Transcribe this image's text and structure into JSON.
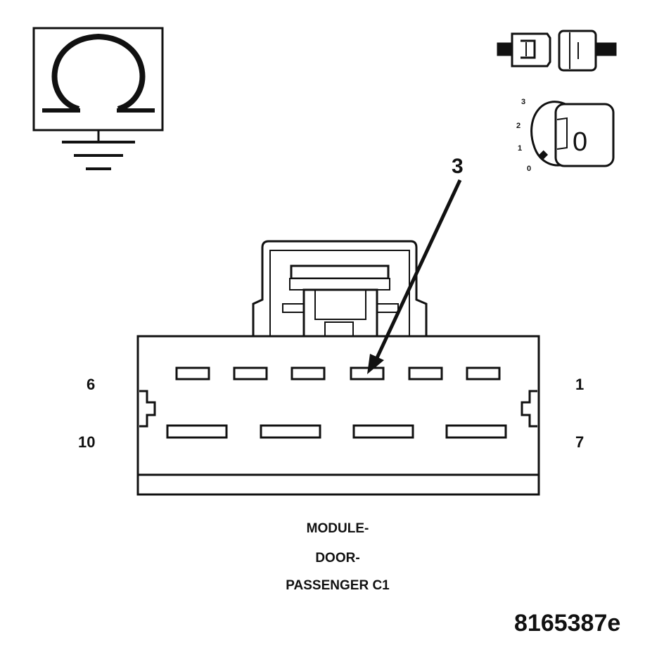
{
  "connector": {
    "pin_left_top": "6",
    "pin_right_top": "1",
    "pin_left_bottom": "10",
    "pin_right_bottom": "7",
    "callout": "3"
  },
  "caption": {
    "line1": "MODULE-",
    "line2": "DOOR-",
    "line3": "PASSENGER C1"
  },
  "ignition": {
    "positions": [
      "3",
      "2",
      "1",
      "0"
    ],
    "key_label": "0"
  },
  "figure_id": "8165387e",
  "icons": [
    "ohmmeter-ground-icon",
    "disconnect-connector-icon",
    "ignition-key-off-icon"
  ]
}
